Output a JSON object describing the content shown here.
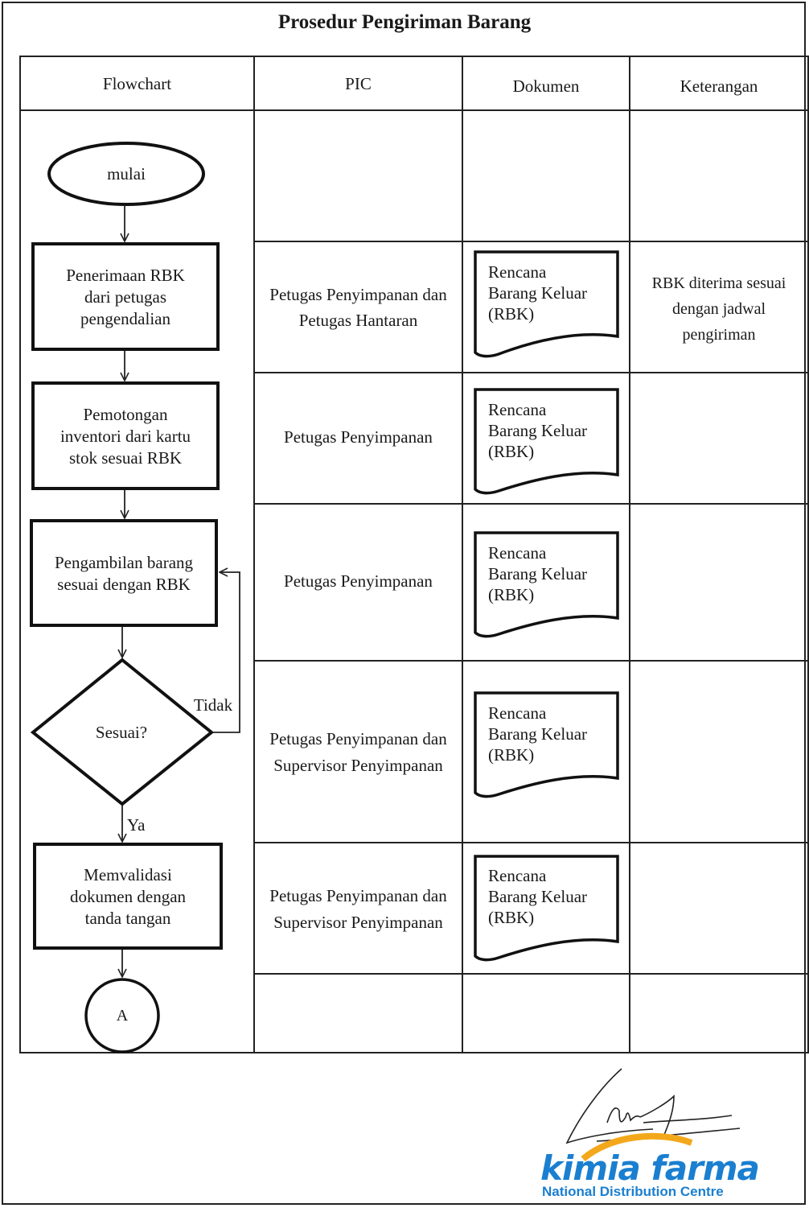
{
  "title": "Prosedur Pengiriman Barang",
  "headers": {
    "flowchart": "Flowchart",
    "pic": "PIC",
    "dokumen": "Dokumen",
    "keterangan": "Keterangan"
  },
  "flowchart": {
    "start": "mulai",
    "step1": [
      "Penerimaan RBK",
      "dari petugas",
      "pengendalian"
    ],
    "step2": [
      "Pemotongan",
      "inventori  dari kartu",
      "stok sesuai RBK"
    ],
    "step3": [
      "Pengambilan barang",
      "sesuai dengan RBK"
    ],
    "decision": "Sesuai?",
    "no_label": "Tidak",
    "yes_label": "Ya",
    "step4": [
      "Memvalidasi",
      "dokumen dengan",
      "tanda tangan"
    ],
    "connector": "A"
  },
  "rows": [
    {
      "pic": [
        "Petugas Penyimpanan dan",
        "Petugas Hantaran"
      ],
      "doc": [
        "Rencana",
        "Barang Keluar",
        "(RBK)"
      ],
      "ket": [
        "RBK diterima sesuai",
        "dengan jadwal",
        "pengiriman"
      ]
    },
    {
      "pic": [
        "Petugas Penyimpanan"
      ],
      "doc": [
        "Rencana",
        "Barang Keluar",
        "(RBK)"
      ],
      "ket": []
    },
    {
      "pic": [
        "Petugas Penyimpanan"
      ],
      "doc": [
        "Rencana",
        "Barang Keluar",
        "(RBK)"
      ],
      "ket": []
    },
    {
      "pic": [
        "Petugas Penyimpanan dan",
        "Supervisor Penyimpanan"
      ],
      "doc": [
        "Rencana",
        "Barang Keluar",
        "(RBK)"
      ],
      "ket": []
    },
    {
      "pic": [
        "Petugas Penyimpanan dan",
        "Supervisor Penyimpanan"
      ],
      "doc": [
        "Rencana",
        "Barang Keluar",
        "(RBK)"
      ],
      "ket": []
    }
  ],
  "logo": {
    "brand": "kimia farma",
    "subtitle": "National Distribution Centre"
  }
}
